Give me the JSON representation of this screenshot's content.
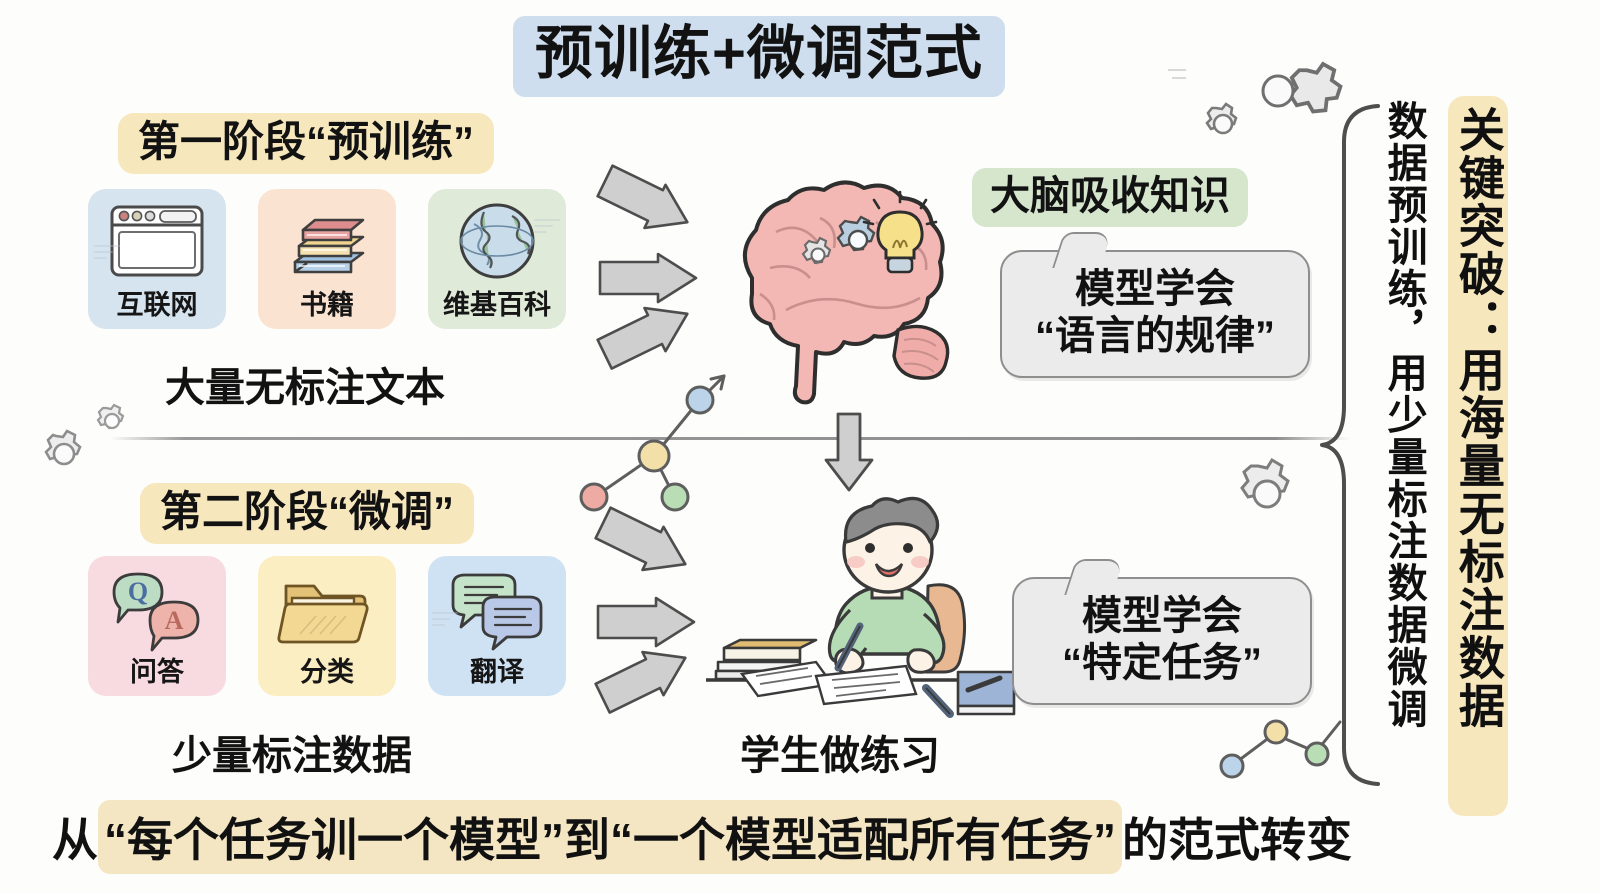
{
  "title": "预训练+微调范式",
  "divider": "section-divider",
  "stage1": {
    "header": "第一阶段“预训练”",
    "caption": "大量无标注文本",
    "cards": [
      {
        "label": "互联网",
        "icon": "browser-window-icon",
        "bg": "#d6e4f0"
      },
      {
        "label": "书籍",
        "icon": "book-stack-icon",
        "bg": "#fbe3d2"
      },
      {
        "label": "维基百科",
        "icon": "globe-icon",
        "bg": "#dfead8"
      }
    ]
  },
  "stage2": {
    "header": "第二阶段“微调”",
    "caption": "少量标注数据",
    "cards": [
      {
        "label": "问答",
        "icon": "qa-speech-bubbles-icon",
        "bg": "#f8dbe0"
      },
      {
        "label": "分类",
        "icon": "folder-icon",
        "bg": "#fbeec2"
      },
      {
        "label": "翻译",
        "icon": "chat-bubbles-icon",
        "bg": "#cfe2f3"
      }
    ]
  },
  "brain": {
    "label": "大脑吸收知识",
    "icon": "brain-with-gears-and-bulb-icon"
  },
  "student": {
    "caption": "学生做练习",
    "icon": "student-writing-icon"
  },
  "bubbles": {
    "one_line1": "模型学会",
    "one_line2": "“语言的规律”",
    "two_line1": "模型学会",
    "two_line2": "“特定任务”"
  },
  "right_notes": {
    "left_column": "数据预训练，用少量标注数据微调",
    "right_column": "关键突破：用海量无标注数据"
  },
  "bottom": {
    "prefix": "从",
    "highlight": "“每个任务训一个模型”到“一个模型适配所有任务”",
    "suffix": "的范式转变"
  },
  "decor": {
    "gears_top_right": "gears-icon",
    "gear_mid_right": "gear-icon",
    "gears_left": "gears-icon",
    "node_graph_center": "node-graph-icon",
    "node_graph_bottom_right": "node-graph-icon",
    "arrows_stage1": "arrow-icon",
    "arrows_stage2": "arrow-icon",
    "arrow_down": "arrow-down-icon",
    "brace_right": "curly-brace"
  },
  "colors": {
    "title_bg": "#cfdeee",
    "stage_bg": "#f7e7bd",
    "green_label_bg": "#d5e6cd",
    "bubble_bg": "#ebebeb",
    "brain": "#f3b7b4",
    "accent_yellow": "#f4e6c2"
  }
}
